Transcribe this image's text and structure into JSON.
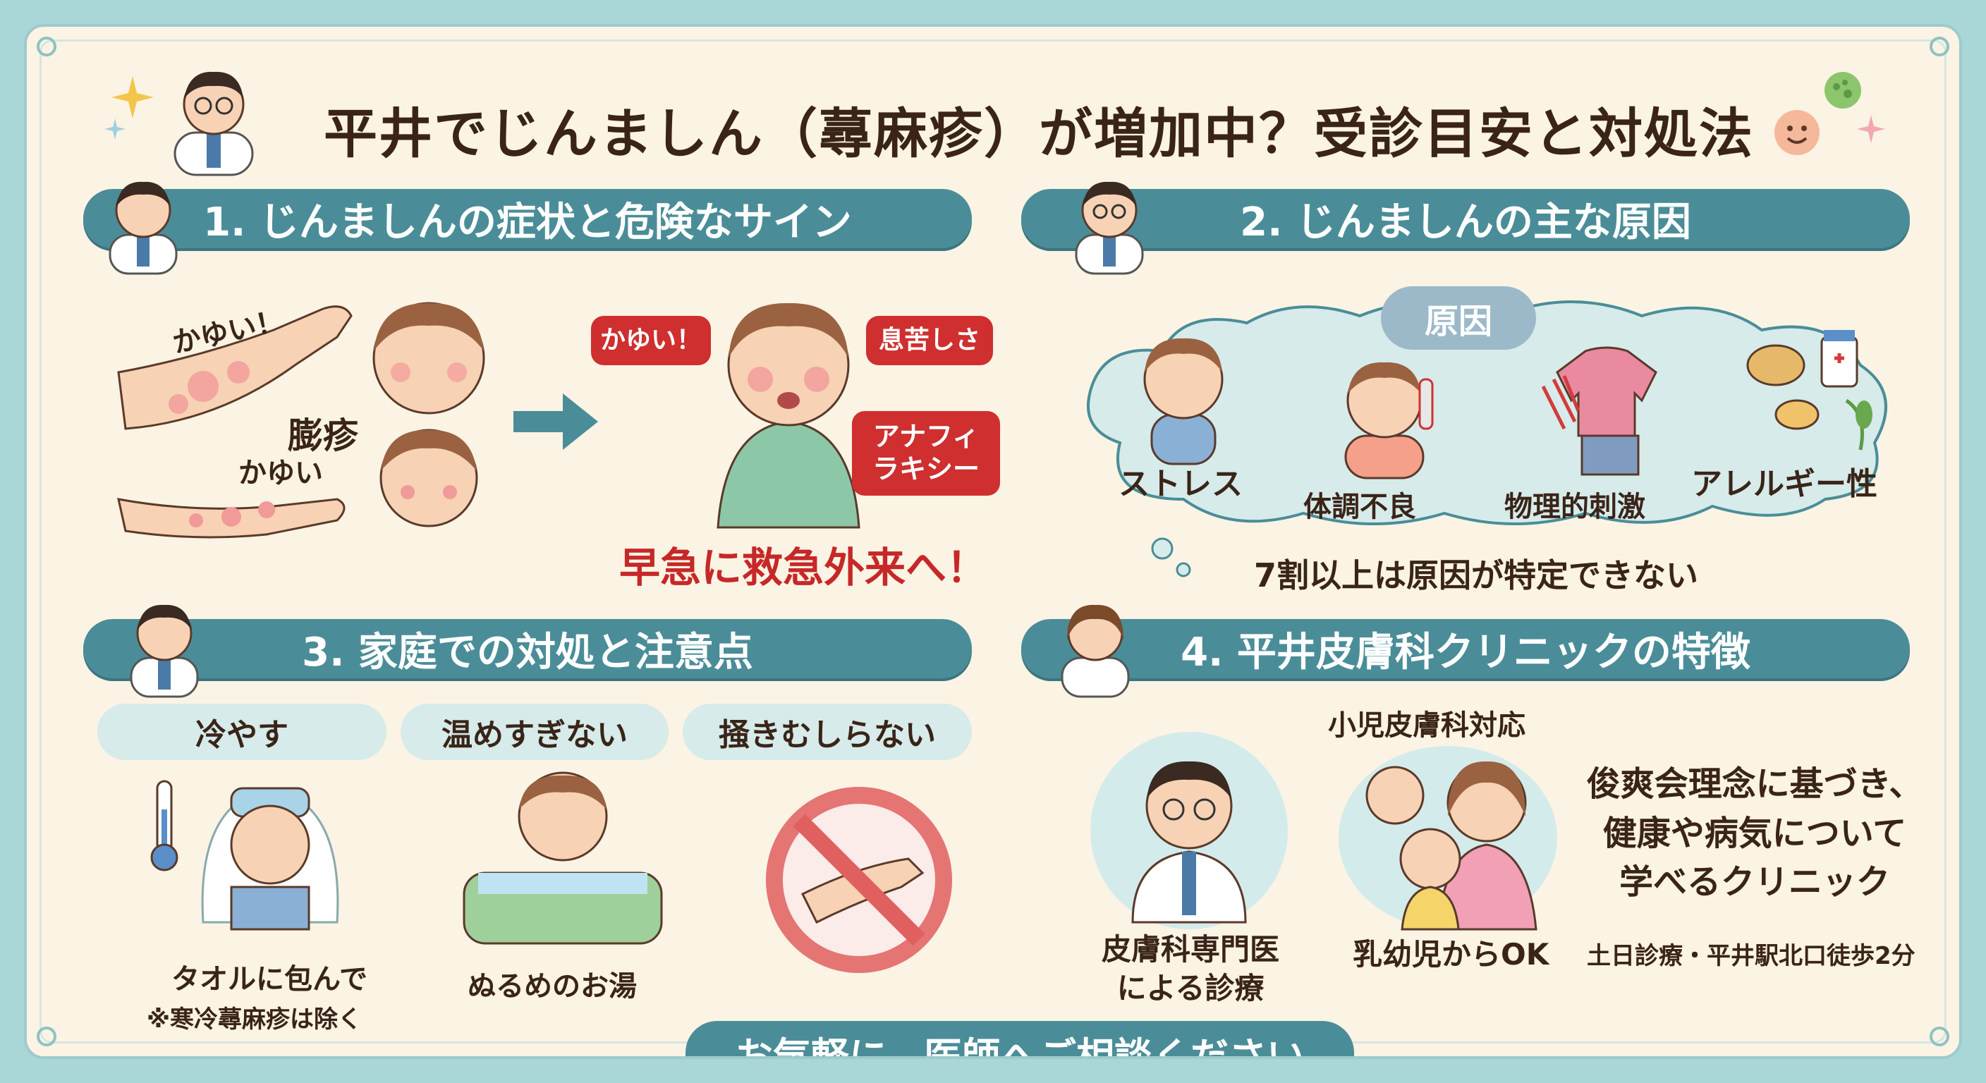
{
  "title": "平井でじんましん（蕁麻疹）が増加中？受診目安と対処法",
  "colors": {
    "teal": "#4a8d98",
    "red": "#cf2f2f",
    "cream": "#fbf3e4",
    "lightTeal": "#d6ebea"
  },
  "section1": {
    "heading": "1. じんましんの症状と危険なサイン",
    "arm_label_1": "かゆい！",
    "arm_label_2": "かゆい",
    "wheal_label": "膨疹",
    "bubble_1": "かゆい！",
    "bubble_2": "息苦しさ",
    "bubble_3": "アナフィ\nラキシー",
    "warning": "早急に救急外来へ！"
  },
  "section2": {
    "heading": "2. じんましんの主な原因",
    "cloud_title": "原因",
    "causes": [
      "ストレス",
      "体調不良",
      "物理的刺激",
      "アレルギー性"
    ],
    "note": "7割以上は原因が特定できない"
  },
  "section3": {
    "heading": "3. 家庭での対処と注意点",
    "tips": [
      "冷やす",
      "温めすぎない",
      "掻きむしらない"
    ],
    "cool_caption": "タオルに包んで",
    "cool_note": "※寒冷蕁麻疹は除く",
    "warm_caption": "ぬるめのお湯"
  },
  "section4": {
    "heading": "4. 平井皮膚科クリニックの特徴",
    "doctor_caption": "皮膚科専門医\nによる診療",
    "pediatric_title": "小児皮膚科対応",
    "pediatric_caption": "乳幼児からOK",
    "philosophy": "俊爽会理念に基づき、\n健康や病気について\n学べるクリニック",
    "access": "土日診療・平井駅北口徒歩2分"
  },
  "footer": "お気軽に、医師へご相談ください",
  "icons": [
    "doctor-icon",
    "sparkle-icon",
    "smile-icon",
    "germ-icon",
    "arrow-right-icon",
    "thermometer-icon",
    "no-scratch-icon",
    "medicine-bottle-icon"
  ]
}
